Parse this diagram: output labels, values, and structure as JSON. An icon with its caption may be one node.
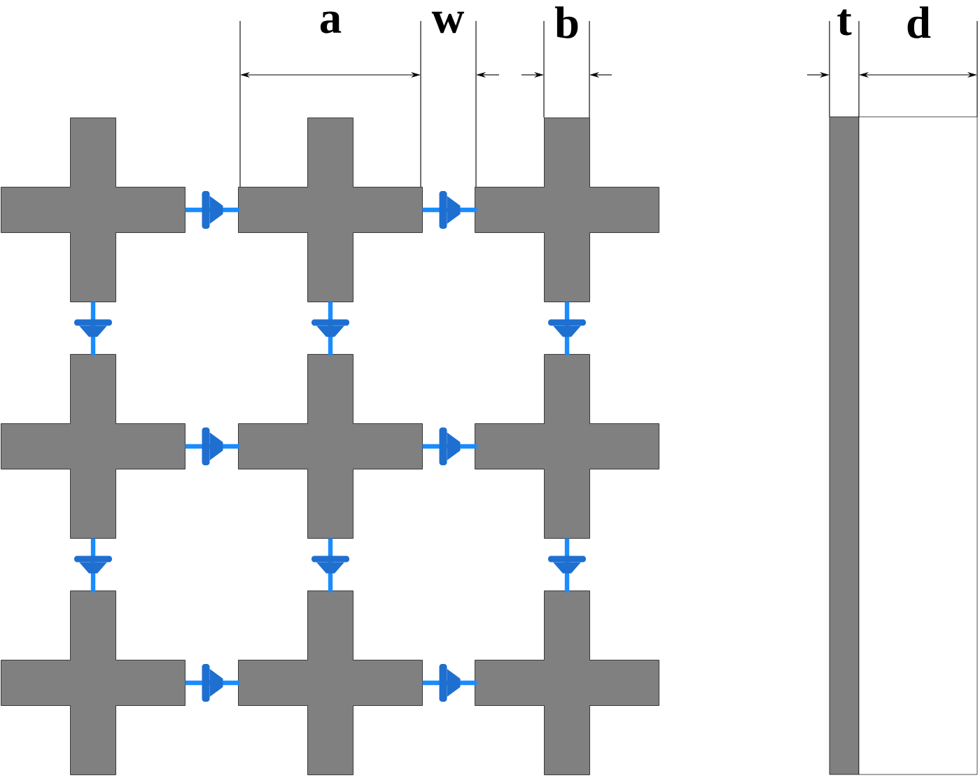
{
  "diagram": {
    "labels": [
      "a",
      "w",
      "b",
      "t",
      "d"
    ]
  }
}
